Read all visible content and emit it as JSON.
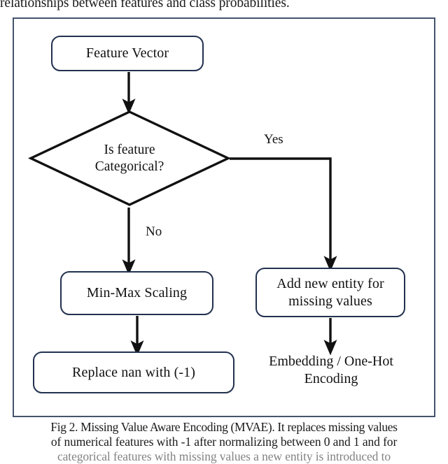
{
  "page": {
    "top_cut_text": "relationships between features and class probabilities."
  },
  "figure": {
    "nodes": {
      "feature_vector": "Feature Vector",
      "decision_line1": "Is feature",
      "decision_line2": "Categorical?",
      "min_max_scaling": "Min-Max Scaling",
      "replace_nan": "Replace nan with (-1)",
      "add_entity_line1": "Add new entity for",
      "add_entity_line2": "missing values",
      "embedding_line1": "Embedding / One-Hot",
      "embedding_line2": "Encoding"
    },
    "edge_labels": {
      "yes": "Yes",
      "no": "No"
    },
    "colors": {
      "box_border": "#22314f",
      "frame_border": "#44536e",
      "diamond_border": "#111111",
      "arrow": "#111111",
      "text": "#111111",
      "background": "#ffffff"
    }
  },
  "caption": {
    "line1": "Fig 2. Missing Value Aware Encoding (MVAE). It replaces missing values",
    "line2": "of numerical features with -1 after normalizing between 0 and 1 and for",
    "line3": "categorical features with missing values a new entity is introduced to"
  }
}
